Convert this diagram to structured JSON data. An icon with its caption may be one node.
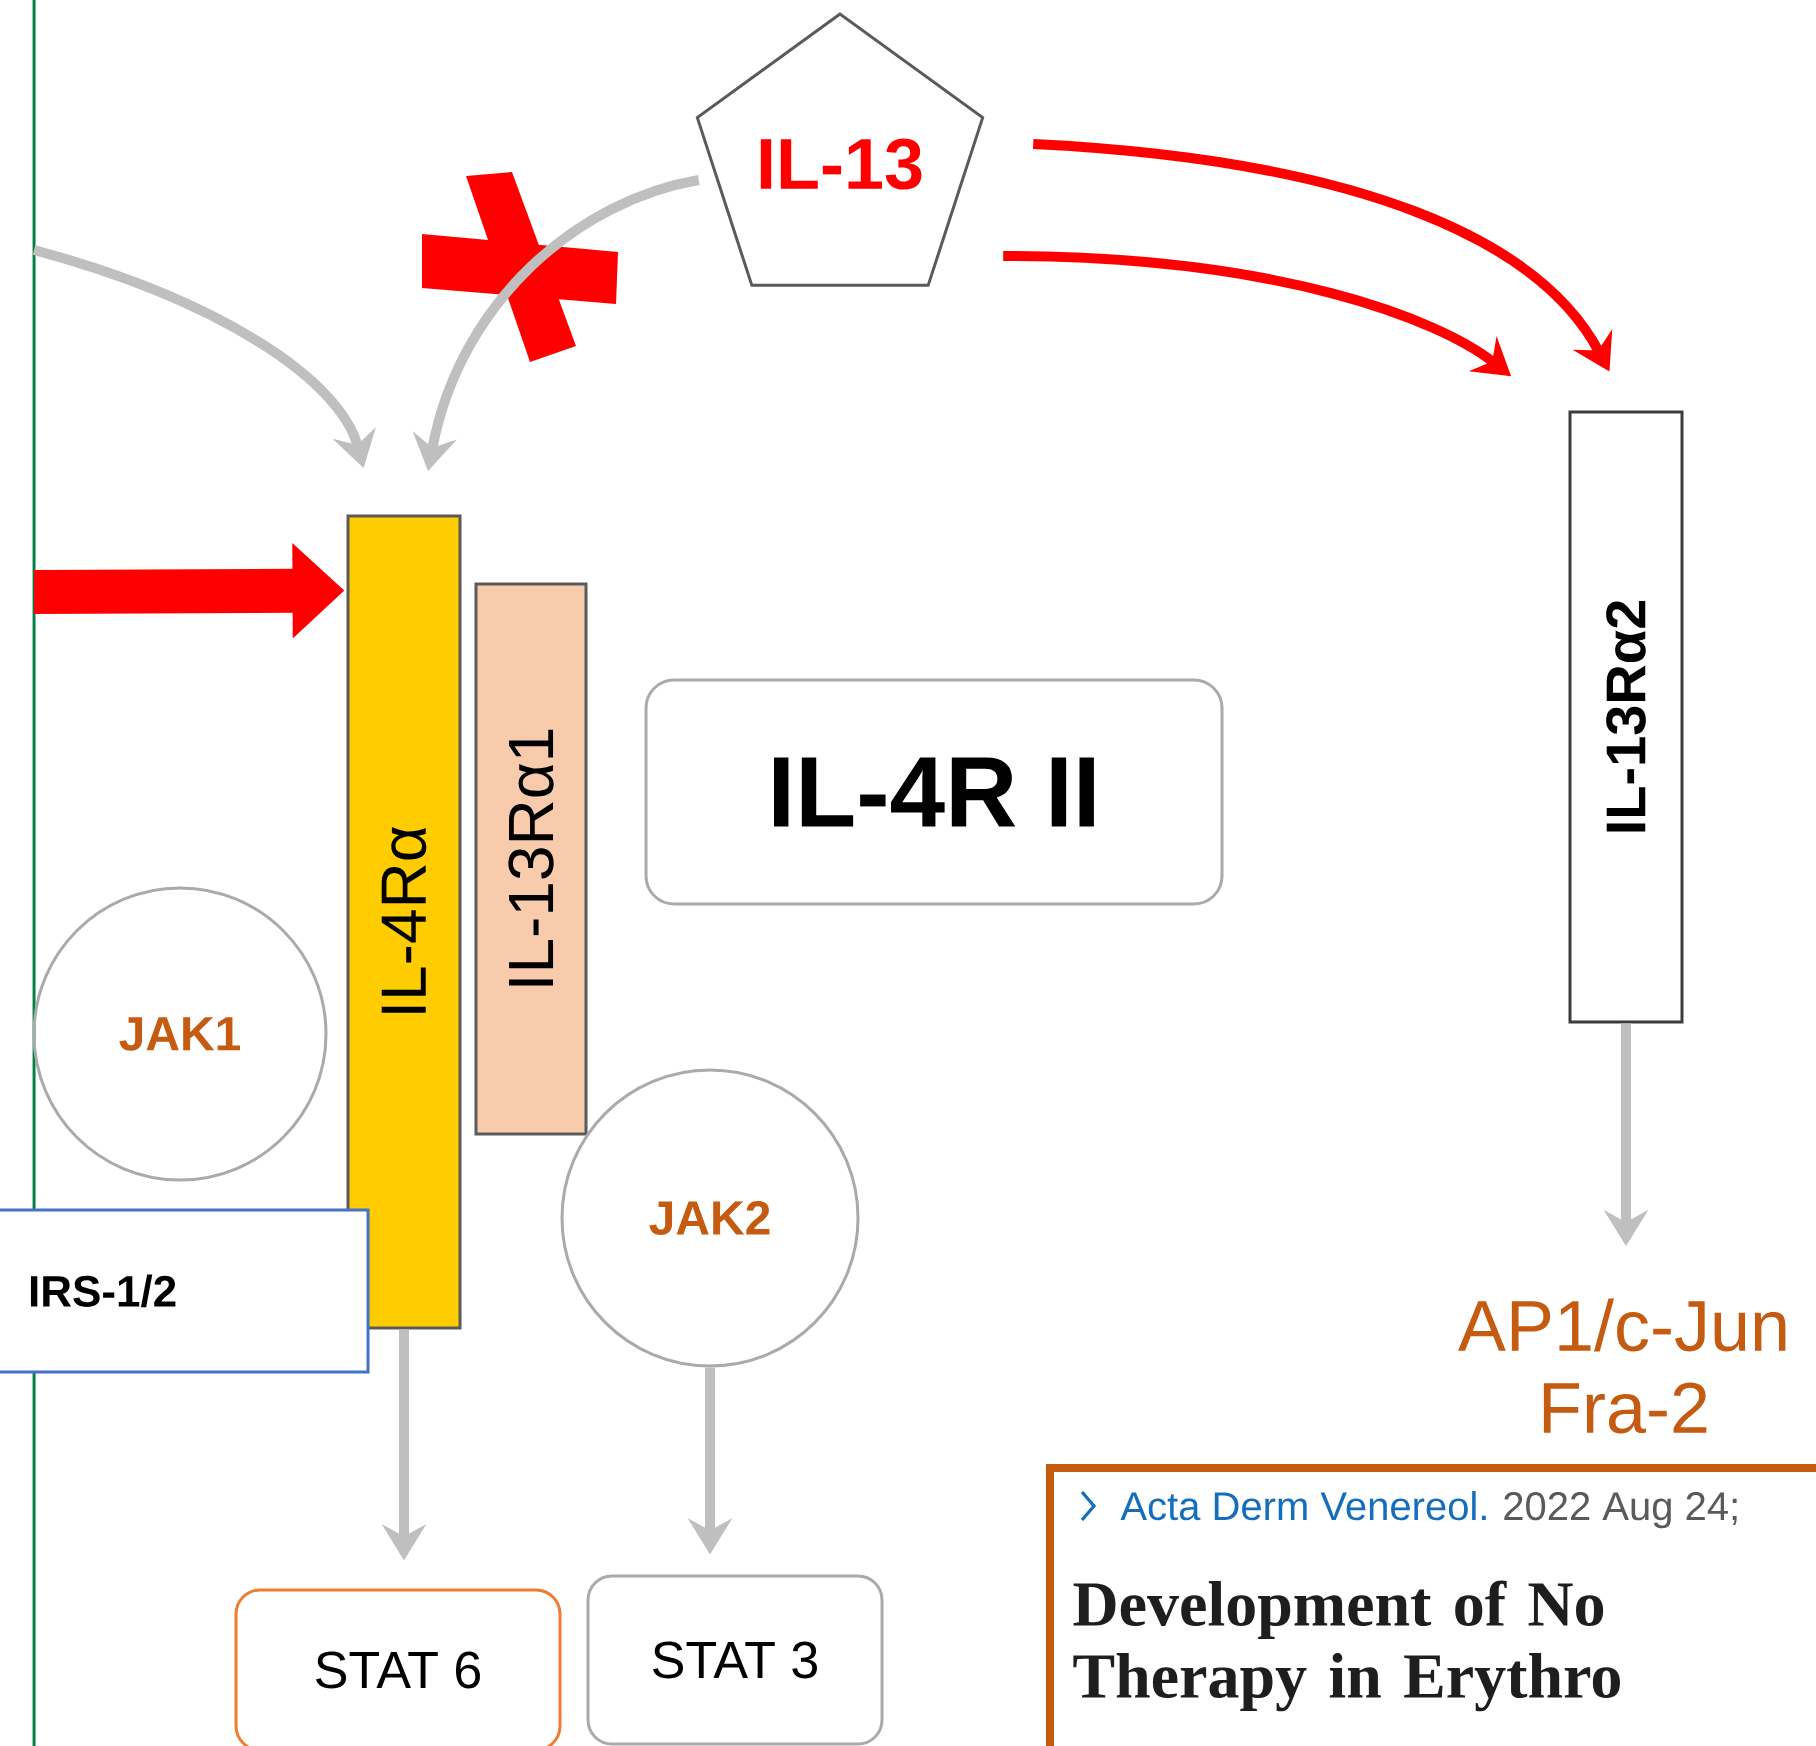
{
  "diagram": {
    "nodes": [
      {
        "text": [
          "IL-13"
        ]
      },
      {
        "text": [
          "IL-4Rα"
        ]
      },
      {
        "text": [
          "IL-13Rα1"
        ]
      },
      {
        "text": [
          "IL-4R II"
        ]
      },
      {
        "text": [
          "IL-13Rα2"
        ]
      },
      {
        "text": [
          "JAK1"
        ]
      },
      {
        "text": [
          "IRS-1/2"
        ]
      },
      {
        "text": [
          "JAK2"
        ]
      },
      {
        "text": [
          "STAT 6"
        ]
      },
      {
        "text": [
          "STAT 3"
        ]
      },
      {
        "text": [
          "AP1/c-Jun Fra-2"
        ]
      },
      {
        "text": [
          "Acta Derm Venereol.",
          "2022 Aug 24;",
          "Development of No Therapy in Erythro"
        ]
      }
    ],
    "edges": [
      {
        "from": null,
        "to": 1,
        "arrow": "to"
      },
      {
        "from": 0,
        "to": 1,
        "arrow": "to"
      },
      {
        "from": null,
        "to": 1,
        "arrow": "to",
        "style": "thick",
        "color": "#ff0000"
      },
      {
        "from": 0,
        "to": 4,
        "arrow": "to",
        "color": "#ff0000"
      },
      {
        "from": 0,
        "to": 4,
        "arrow": "to",
        "color": "#ff0000"
      },
      {
        "from": 1,
        "to": 8,
        "arrow": "to"
      },
      {
        "from": 7,
        "to": 9,
        "arrow": "to"
      },
      {
        "from": 4,
        "to": 10,
        "arrow": "to"
      }
    ]
  }
}
